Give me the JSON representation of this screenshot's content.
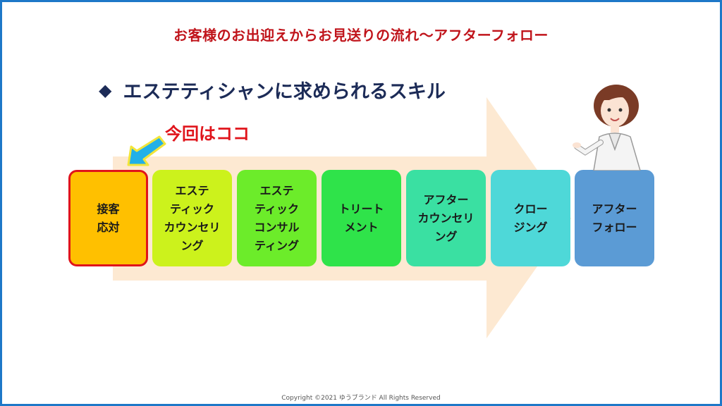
{
  "title": "お客様のお出迎えからお見送りの流れ〜アフターフォロー",
  "subtitle": "エステティシャンに求められるスキル",
  "subtitle_marker": "◆",
  "here_label": "今回はココ",
  "steps": [
    {
      "label": "接客\n応対",
      "color": "#ffc000",
      "highlight": true
    },
    {
      "label": "エステ\nティック\nカウンセリ\nング",
      "color": "#ccf21c"
    },
    {
      "label": "エステ\nティック\nコンサル\nティング",
      "color": "#6cec2a"
    },
    {
      "label": "トリート\nメント",
      "color": "#2fe34a"
    },
    {
      "label": "アフター\nカウンセリ\nング",
      "color": "#3ae0a2"
    },
    {
      "label": "クロー\nジング",
      "color": "#4ed8d8"
    },
    {
      "label": "アフター\nフォロー",
      "color": "#5b9bd5"
    }
  ],
  "colors": {
    "frame": "#1e78c8",
    "title": "#c0141b",
    "subtitle": "#1c2b57",
    "here": "#e0141b",
    "arrow_bg": "#fde9d2",
    "pointer": "#22b0e8"
  },
  "footer": "Copyright ©2021 ゆうブランド All Rights Reserved"
}
